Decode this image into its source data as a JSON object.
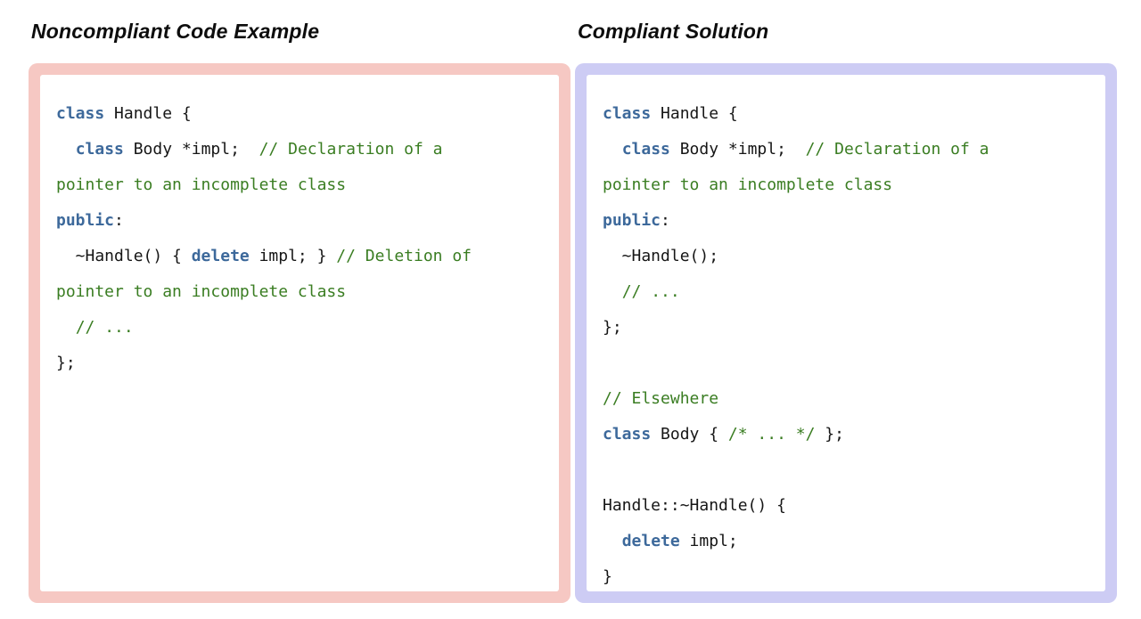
{
  "colors": {
    "keyword": "#3d699b",
    "comment": "#3a7d22",
    "plain": "#161616",
    "noncompliant_border": "#f6c8c3",
    "compliant_border": "#cdccf4",
    "code_background": "#ffffff",
    "page_background": "#ffffff"
  },
  "panels": [
    {
      "id": "noncompliant",
      "title": "Noncompliant Code Example",
      "border_color": "#f6c8c3",
      "lines": [
        [
          {
            "t": "class",
            "c": "k"
          },
          {
            "t": " Handle {",
            "c": "p"
          }
        ],
        [
          {
            "t": "  ",
            "c": "p"
          },
          {
            "t": "class",
            "c": "k"
          },
          {
            "t": " Body *impl;  ",
            "c": "p"
          },
          {
            "t": "// Declaration of a",
            "c": "c"
          }
        ],
        [
          {
            "t": "pointer to an incomplete class",
            "c": "c"
          }
        ],
        [
          {
            "t": "public",
            "c": "k"
          },
          {
            "t": ":",
            "c": "p"
          }
        ],
        [
          {
            "t": "  ~Handle() { ",
            "c": "p"
          },
          {
            "t": "delete",
            "c": "k"
          },
          {
            "t": " impl; } ",
            "c": "p"
          },
          {
            "t": "// Deletion of",
            "c": "c"
          }
        ],
        [
          {
            "t": "pointer to an incomplete class",
            "c": "c"
          }
        ],
        [
          {
            "t": "  ",
            "c": "p"
          },
          {
            "t": "// ...",
            "c": "c"
          }
        ],
        [
          {
            "t": "};",
            "c": "p"
          }
        ]
      ]
    },
    {
      "id": "compliant",
      "title": "Compliant Solution",
      "border_color": "#cdccf4",
      "lines": [
        [
          {
            "t": "class",
            "c": "k"
          },
          {
            "t": " Handle {",
            "c": "p"
          }
        ],
        [
          {
            "t": "  ",
            "c": "p"
          },
          {
            "t": "class",
            "c": "k"
          },
          {
            "t": " Body *impl;  ",
            "c": "p"
          },
          {
            "t": "// Declaration of a",
            "c": "c"
          }
        ],
        [
          {
            "t": "pointer to an incomplete class",
            "c": "c"
          }
        ],
        [
          {
            "t": "public",
            "c": "k"
          },
          {
            "t": ":",
            "c": "p"
          }
        ],
        [
          {
            "t": "  ~Handle();",
            "c": "p"
          }
        ],
        [
          {
            "t": "  ",
            "c": "p"
          },
          {
            "t": "// ...",
            "c": "c"
          }
        ],
        [
          {
            "t": "};",
            "c": "p"
          }
        ],
        [],
        [
          {
            "t": "// Elsewhere",
            "c": "c"
          }
        ],
        [
          {
            "t": "class",
            "c": "k"
          },
          {
            "t": " Body { ",
            "c": "p"
          },
          {
            "t": "/* ... */",
            "c": "c"
          },
          {
            "t": " };",
            "c": "p"
          }
        ],
        [],
        [
          {
            "t": "Handle::~Handle() {",
            "c": "p"
          }
        ],
        [
          {
            "t": "  ",
            "c": "p"
          },
          {
            "t": "delete",
            "c": "k"
          },
          {
            "t": " impl;",
            "c": "p"
          }
        ],
        [
          {
            "t": "}",
            "c": "p"
          }
        ]
      ]
    }
  ]
}
